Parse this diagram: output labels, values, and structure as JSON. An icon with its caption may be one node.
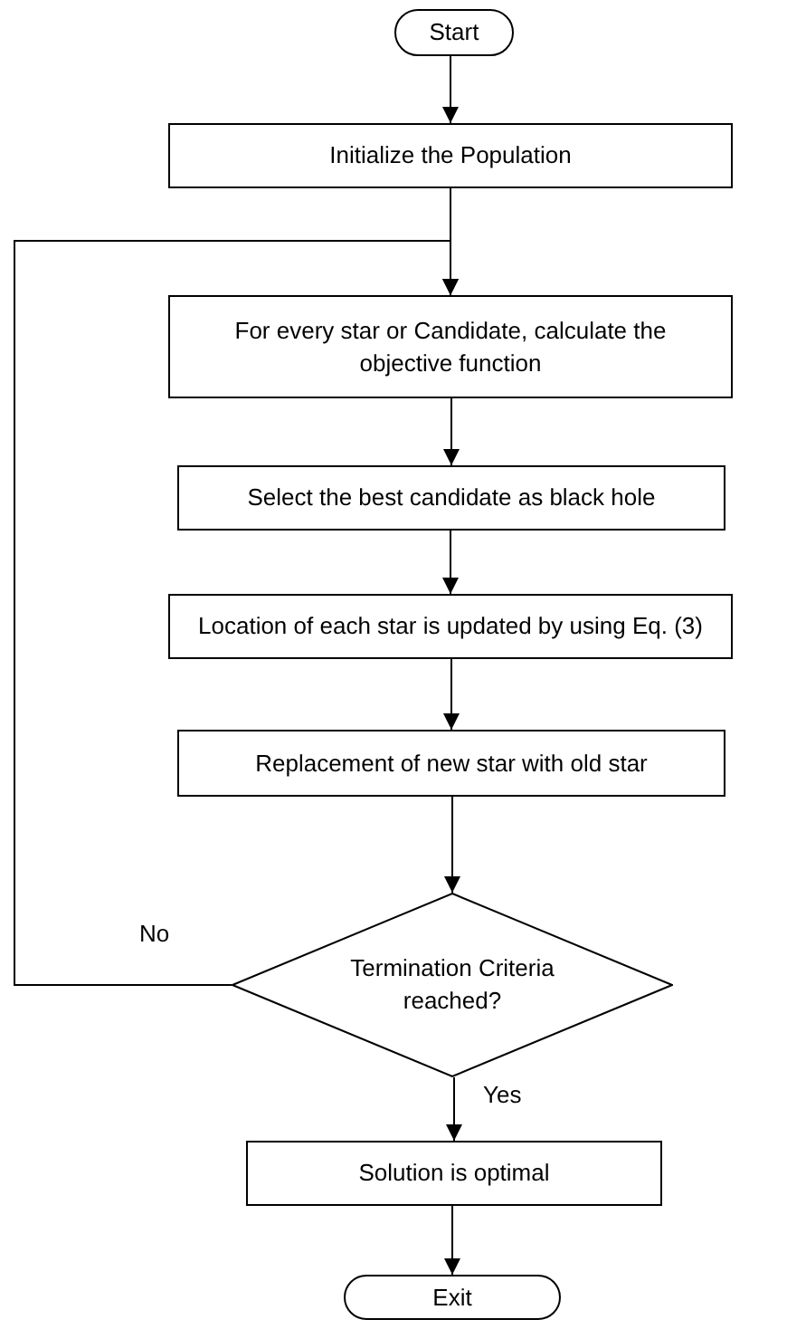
{
  "diagram": {
    "nodes": [
      {
        "text": [
          "Start"
        ]
      },
      {
        "text": [
          "Initialize the Population"
        ]
      },
      {
        "text": [
          "For every star or Candidate, calculate the objective function"
        ]
      },
      {
        "text": [
          "Select the best candidate as black hole"
        ]
      },
      {
        "text": [
          "Location of each star is updated by using Eq. (3)"
        ]
      },
      {
        "text": [
          "Replacement of new star with old star"
        ]
      },
      {
        "text": [
          "Termination Criteria reached?"
        ]
      },
      {
        "text": [
          "Solution is optimal"
        ]
      },
      {
        "text": [
          "Exit"
        ]
      }
    ],
    "edges": [
      {
        "from": 0,
        "to": 1,
        "arrow": "to"
      },
      {
        "from": 1,
        "to": 2,
        "arrow": "to"
      },
      {
        "from": 2,
        "to": 3,
        "arrow": "to"
      },
      {
        "from": 3,
        "to": 4,
        "arrow": "to"
      },
      {
        "from": 4,
        "to": 5,
        "arrow": "to"
      },
      {
        "from": 5,
        "to": 6,
        "arrow": "to"
      },
      {
        "from": 6,
        "to": 2,
        "arrow": "to",
        "label": "No"
      },
      {
        "from": 6,
        "to": 7,
        "arrow": "to",
        "label": "Yes"
      },
      {
        "from": 7,
        "to": 8,
        "arrow": "to"
      }
    ]
  }
}
